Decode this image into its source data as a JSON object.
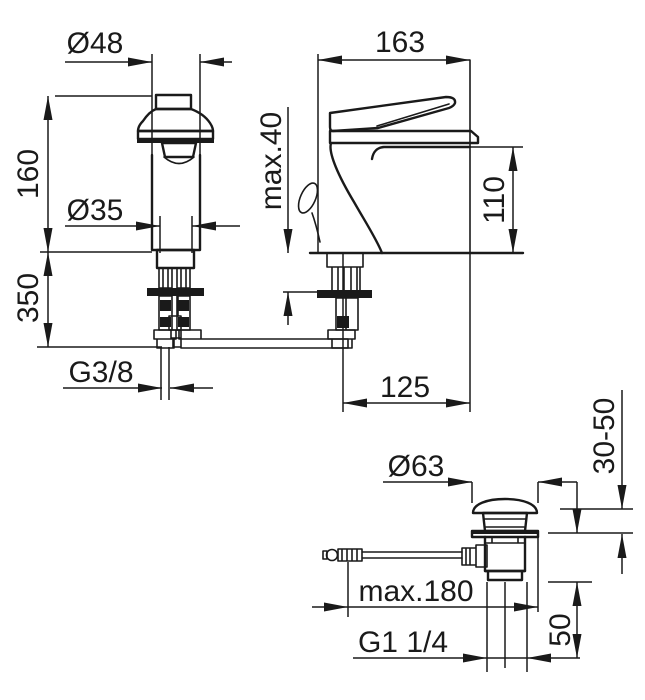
{
  "drawing": {
    "type": "technical-dimension-drawing",
    "subject": "single-lever basin mixer faucet with pop-up waste set",
    "colors": {
      "line": "#1a1a1a",
      "background": "#ffffff"
    },
    "views": {
      "front_view": {
        "labels": {
          "diameter_top": "Ø48",
          "height_upper": "160",
          "diameter_body": "Ø35",
          "height_lower": "350",
          "thread": "G3/8"
        }
      },
      "side_view": {
        "labels": {
          "depth": "163",
          "deck_max": "max.40",
          "spout_height": "110",
          "projection": "125"
        }
      },
      "waste_view": {
        "labels": {
          "flange_diameter": "Ø63",
          "clamp_range": "30-50",
          "rod_max": "max.180",
          "thread": "G1 1/4",
          "tail_length": "50"
        }
      }
    }
  }
}
